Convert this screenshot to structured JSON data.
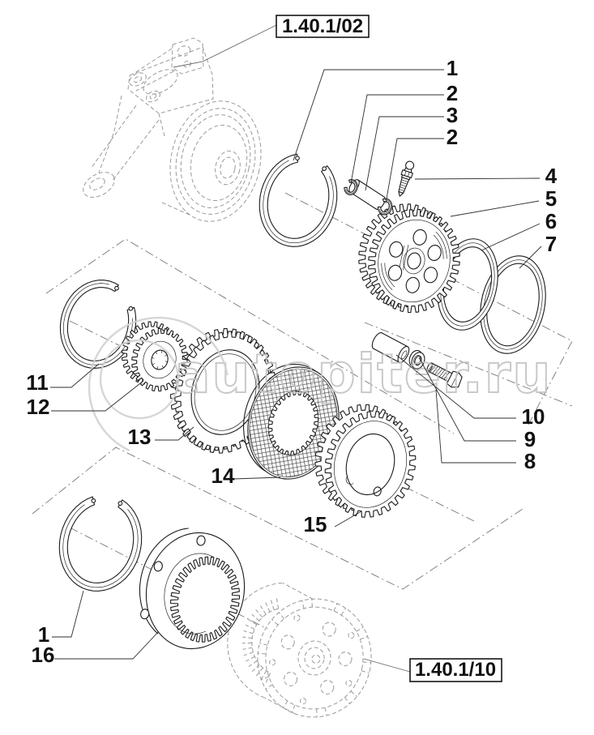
{
  "diagram": {
    "ref_boxes": {
      "top": "1.40.1/02",
      "bottom": "1.40.1/10"
    },
    "callouts": {
      "c1": "1",
      "c2": "2",
      "c3": "3",
      "c4": "2",
      "c5": "4",
      "c6": "5",
      "c7": "6",
      "c8": "7",
      "c9": "10",
      "c10": "9",
      "c11": "8",
      "c12": "11",
      "c13": "12",
      "c14": "13",
      "c15": "14",
      "c16": "15",
      "c17": "1",
      "c18": "16"
    },
    "watermark": "autopiter.ru",
    "colors": {
      "line": "#1b1b1b",
      "reference_part": "#9a9a9a",
      "watermark": "#c4c4c4",
      "background": "#ffffff"
    }
  }
}
